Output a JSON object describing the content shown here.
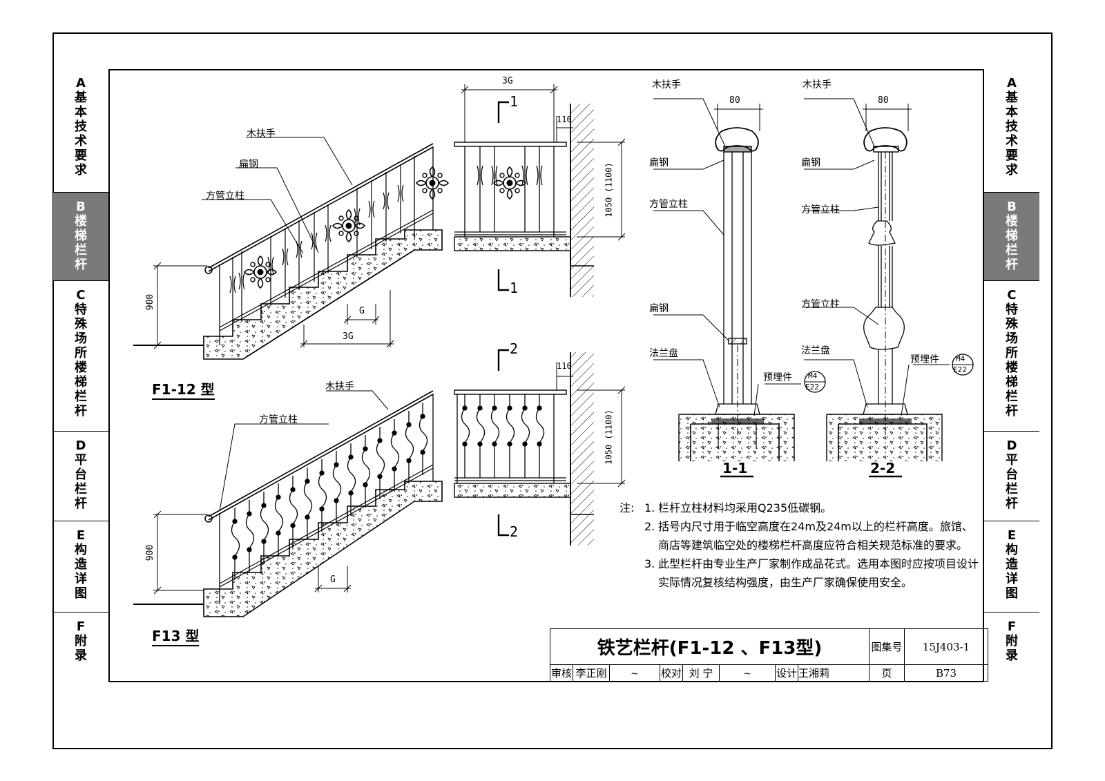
{
  "left_tabs": [
    {
      "letter": "A",
      "name": "基本技术要求",
      "active": false
    },
    {
      "letter": "B",
      "name": "楼梯栏杆",
      "active": true
    },
    {
      "letter": "C",
      "name": "特殊场所楼梯栏杆",
      "active": false
    },
    {
      "letter": "D",
      "name": "平台栏杆",
      "active": false
    },
    {
      "letter": "E",
      "name": "构造详图",
      "active": false
    },
    {
      "letter": "F",
      "name": "附录",
      "active": false
    }
  ],
  "right_tabs": [
    {
      "letter": "A",
      "name": "基本技术要求",
      "active": false
    },
    {
      "letter": "B",
      "name": "楼梯栏杆",
      "active": true
    },
    {
      "letter": "C",
      "name": "特殊场所楼梯栏杆",
      "active": false
    },
    {
      "letter": "D",
      "name": "平台栏杆",
      "active": false
    },
    {
      "letter": "E",
      "name": "构造详图",
      "active": false
    },
    {
      "letter": "F",
      "name": "附录",
      "active": false
    }
  ],
  "f1_12": {
    "title": "F1-12 型",
    "labels": {
      "handrail": "木扶手",
      "flat_steel": "扁钢",
      "post": "方管立柱"
    },
    "dims": {
      "height": "900",
      "tread": "G",
      "span": "3G"
    }
  },
  "elev1": {
    "span": "3G",
    "gap": "110",
    "height": "1050 (1100)",
    "sec_top": "1",
    "sec_bottom": "1"
  },
  "f13": {
    "title": "F13 型",
    "labels": {
      "handrail": "木扶手",
      "post": "方管立柱"
    },
    "dims": {
      "height": "900",
      "tread": "G"
    }
  },
  "elev2": {
    "gap": "110",
    "height": "1050 (1100)",
    "sec_top": "2",
    "sec_bottom": "2"
  },
  "sec11": {
    "title": "1-1",
    "width": "80",
    "labels": {
      "handrail": "木扶手",
      "flat_steel": "扁钢",
      "post": "方管立柱",
      "flat_steel_2": "扁钢",
      "flange": "法兰盘",
      "embed": "预埋件"
    },
    "tag_top": "M4",
    "tag_bottom": "E22"
  },
  "sec22": {
    "title": "2-2",
    "width": "80",
    "labels": {
      "handrail": "木扶手",
      "flat_steel": "扁钢",
      "post": "方管立柱",
      "post_2": "方管立柱",
      "flange": "法兰盘",
      "embed": "预埋件"
    },
    "tag_top": "M4",
    "tag_bottom": "E22"
  },
  "notes": {
    "head": "注:",
    "items": [
      {
        "n": "1.",
        "t": "栏杆立柱材料均采用Q235低碳钢。"
      },
      {
        "n": "2.",
        "t": "括号内尺寸用于临空高度在24m及24m以上的栏杆高度。旅馆、商店等建筑临空处的楼梯栏杆高度应符合相关规范标准的要求。"
      },
      {
        "n": "3.",
        "t": "此型栏杆由专业生产厂家制作成品花式。选用本图时应按项目设计实际情况复核结构强度，由生产厂家确保使用安全。"
      }
    ]
  },
  "title_block": {
    "title": "铁艺栏杆(F1-12 、F13型)",
    "atlas_label": "图集号",
    "atlas_no": "15J403-1",
    "review_label": "审核",
    "reviewer": "李正刚",
    "check_label": "校对",
    "checker": "刘 宁",
    "design_label": "设计",
    "designer": "王湘莉",
    "page_label": "页",
    "page_no": "B73"
  }
}
